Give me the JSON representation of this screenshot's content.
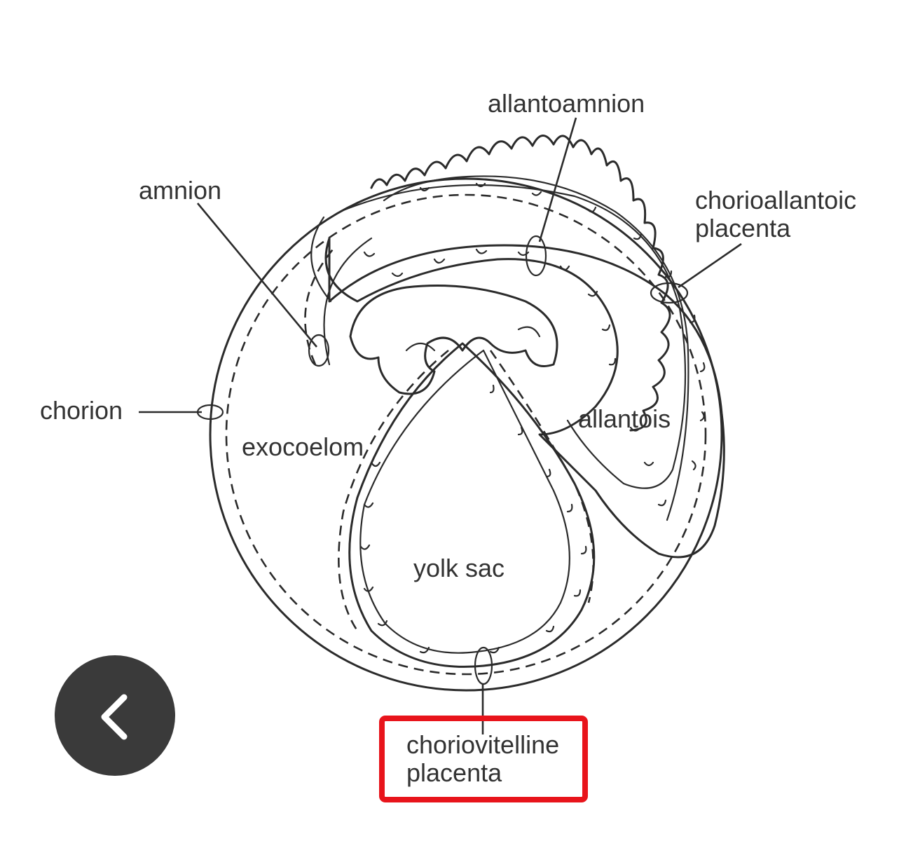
{
  "diagram": {
    "labels": {
      "allantoamnion": "allantoamnion",
      "amnion": "amnion",
      "chorioallantoic_line1": "chorioallantoic",
      "chorioallantoic_line2": "placenta",
      "chorion": "chorion",
      "exocoelom": "exocoelom",
      "allantois": "allantois",
      "yolk_sac": "yolk sac",
      "choriovitelline_line1": "choriovitelline",
      "choriovitelline_line2": "placenta"
    },
    "highlight_color": "#e8141b"
  },
  "controls": {
    "back_icon": "chevron-left-icon"
  }
}
